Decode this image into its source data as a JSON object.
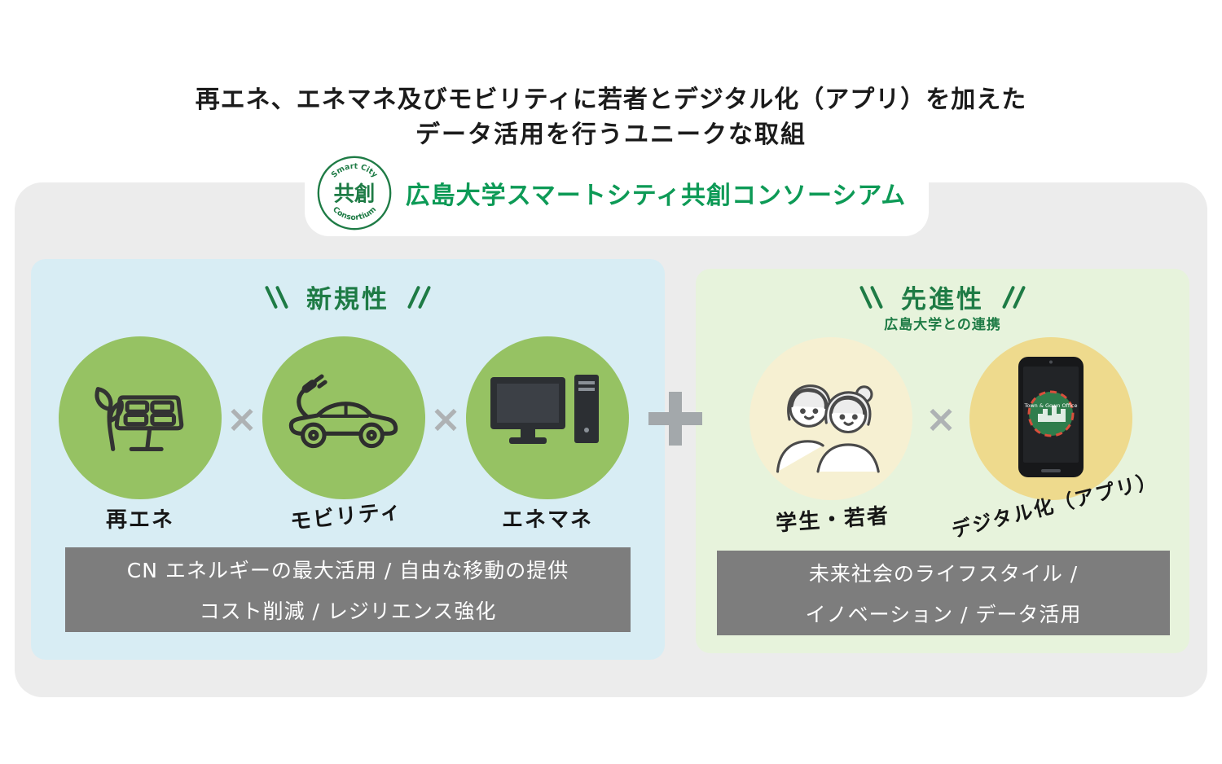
{
  "page_title": {
    "line1": "再エネ、エネマネ及びモビリティに若者とデジタル化（アプリ）を加えた",
    "line2": "データ活用を行うユニークな取組"
  },
  "consortium": {
    "name": "広島大学スマートシティ共創コンソーシアム",
    "logo_top": "Smart City",
    "logo_center": "共創",
    "logo_bottom": "Consortium"
  },
  "left_panel": {
    "header": "新規性",
    "multiply": "×",
    "items": [
      {
        "label": "再エネ",
        "icon": "solar-panel-plant-icon"
      },
      {
        "label": "モビリティ",
        "icon": "electric-car-icon"
      },
      {
        "label": "エネマネ",
        "icon": "desktop-computer-icon"
      }
    ],
    "benefits": {
      "line1": "CN エネルギーの最大活用 / 自由な移動の提供",
      "line2": "コスト削減 / レジリエンス強化"
    }
  },
  "plus_sign": "＋",
  "right_panel": {
    "header": "先進性",
    "subheader": "広島大学との連携",
    "multiply": "×",
    "items": [
      {
        "label": "学生・若者",
        "icon": "students-icon"
      },
      {
        "label": "デジタル化（アプリ）",
        "icon": "smartphone-icon"
      }
    ],
    "benefits": {
      "line1": "未来社会のライフスタイル /",
      "line2": "イノベーション / データ活用"
    }
  },
  "phone": {
    "screen_logo_text": "Town & Gown Office"
  },
  "colors": {
    "container_bg": "#ececec",
    "panel_left_bg": "#d8edf4",
    "panel_right_bg": "#e7f3dc",
    "green_circle": "#96c263",
    "pale_yellow_circle": "#f6f0d2",
    "yellow_circle": "#eeda8d",
    "header_green": "#1e7b45",
    "brand_green": "#0d9a56",
    "benefit_bar_bg": "#7d7d7d",
    "operator_gray": "#aeb2b4"
  }
}
